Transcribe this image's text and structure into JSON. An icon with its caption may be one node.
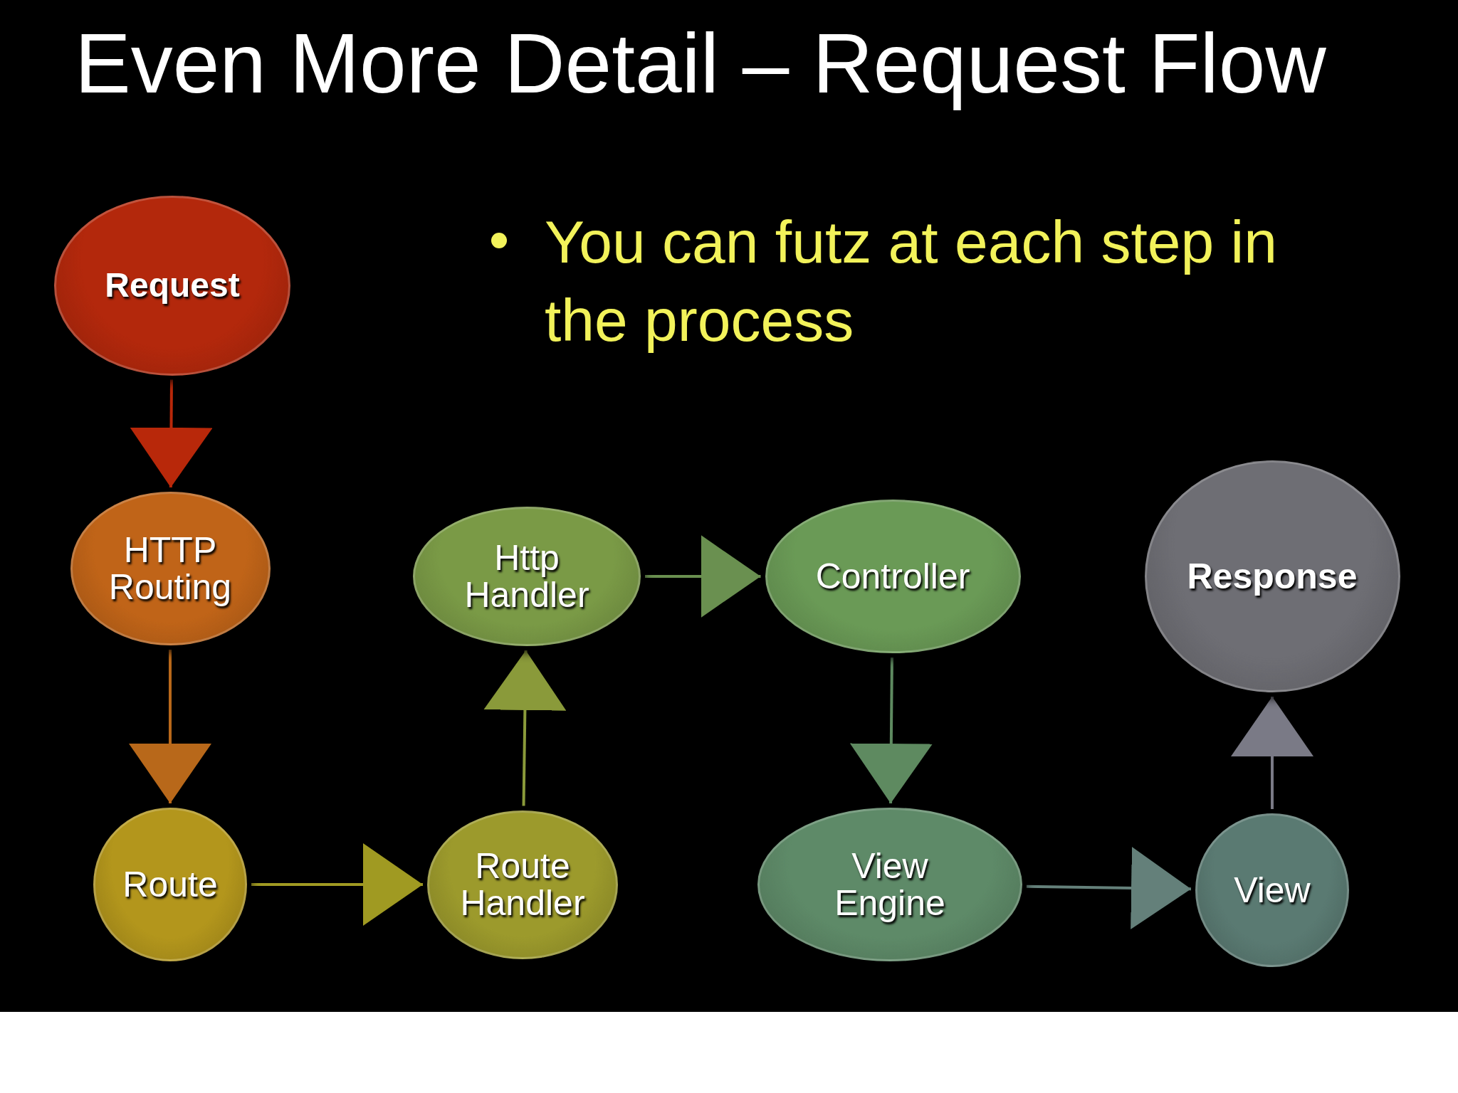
{
  "diagram": {
    "title": "Even More Detail – Request Flow",
    "nodes": [
      {
        "text": [
          "Request"
        ]
      },
      {
        "text": [
          "HTTP Routing"
        ]
      },
      {
        "text": [
          "Route"
        ]
      },
      {
        "text": [
          "Route Handler"
        ]
      },
      {
        "text": [
          "Http Handler"
        ]
      },
      {
        "text": [
          "Controller"
        ]
      },
      {
        "text": [
          "View Engine"
        ]
      },
      {
        "text": [
          "View"
        ]
      },
      {
        "text": [
          "Response"
        ]
      }
    ],
    "edges": [
      {
        "from": 0,
        "to": 1,
        "arrow": "to",
        "color": "#b8280a"
      },
      {
        "from": 1,
        "to": 2,
        "arrow": "to",
        "color": "#b8681a"
      },
      {
        "from": 2,
        "to": 3,
        "arrow": "to",
        "color": "#a09a22"
      },
      {
        "from": 3,
        "to": 4,
        "arrow": "to",
        "color": "#8a9a3a"
      },
      {
        "from": 4,
        "to": 5,
        "arrow": "to",
        "color": "#6a9050"
      },
      {
        "from": 5,
        "to": 6,
        "arrow": "to",
        "color": "#5e8a60"
      },
      {
        "from": 6,
        "to": 7,
        "arrow": "to",
        "color": "#64807a"
      },
      {
        "from": 7,
        "to": 8,
        "arrow": "to",
        "color": "#7a7a86"
      }
    ],
    "labels": [
      "You can futz at each step in the process"
    ]
  }
}
